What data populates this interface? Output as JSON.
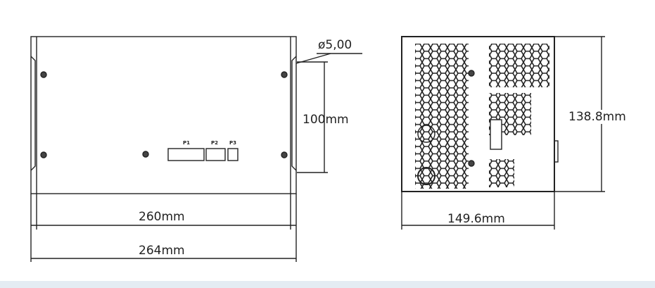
{
  "dimensions": {
    "hole": "ø5,00",
    "height_front": "100mm",
    "width_inner": "260mm",
    "width_outer": "264mm",
    "depth_side": "149.6mm",
    "height_side": "138.8mm"
  },
  "connectors": [
    "P1",
    "P2",
    "P3"
  ]
}
